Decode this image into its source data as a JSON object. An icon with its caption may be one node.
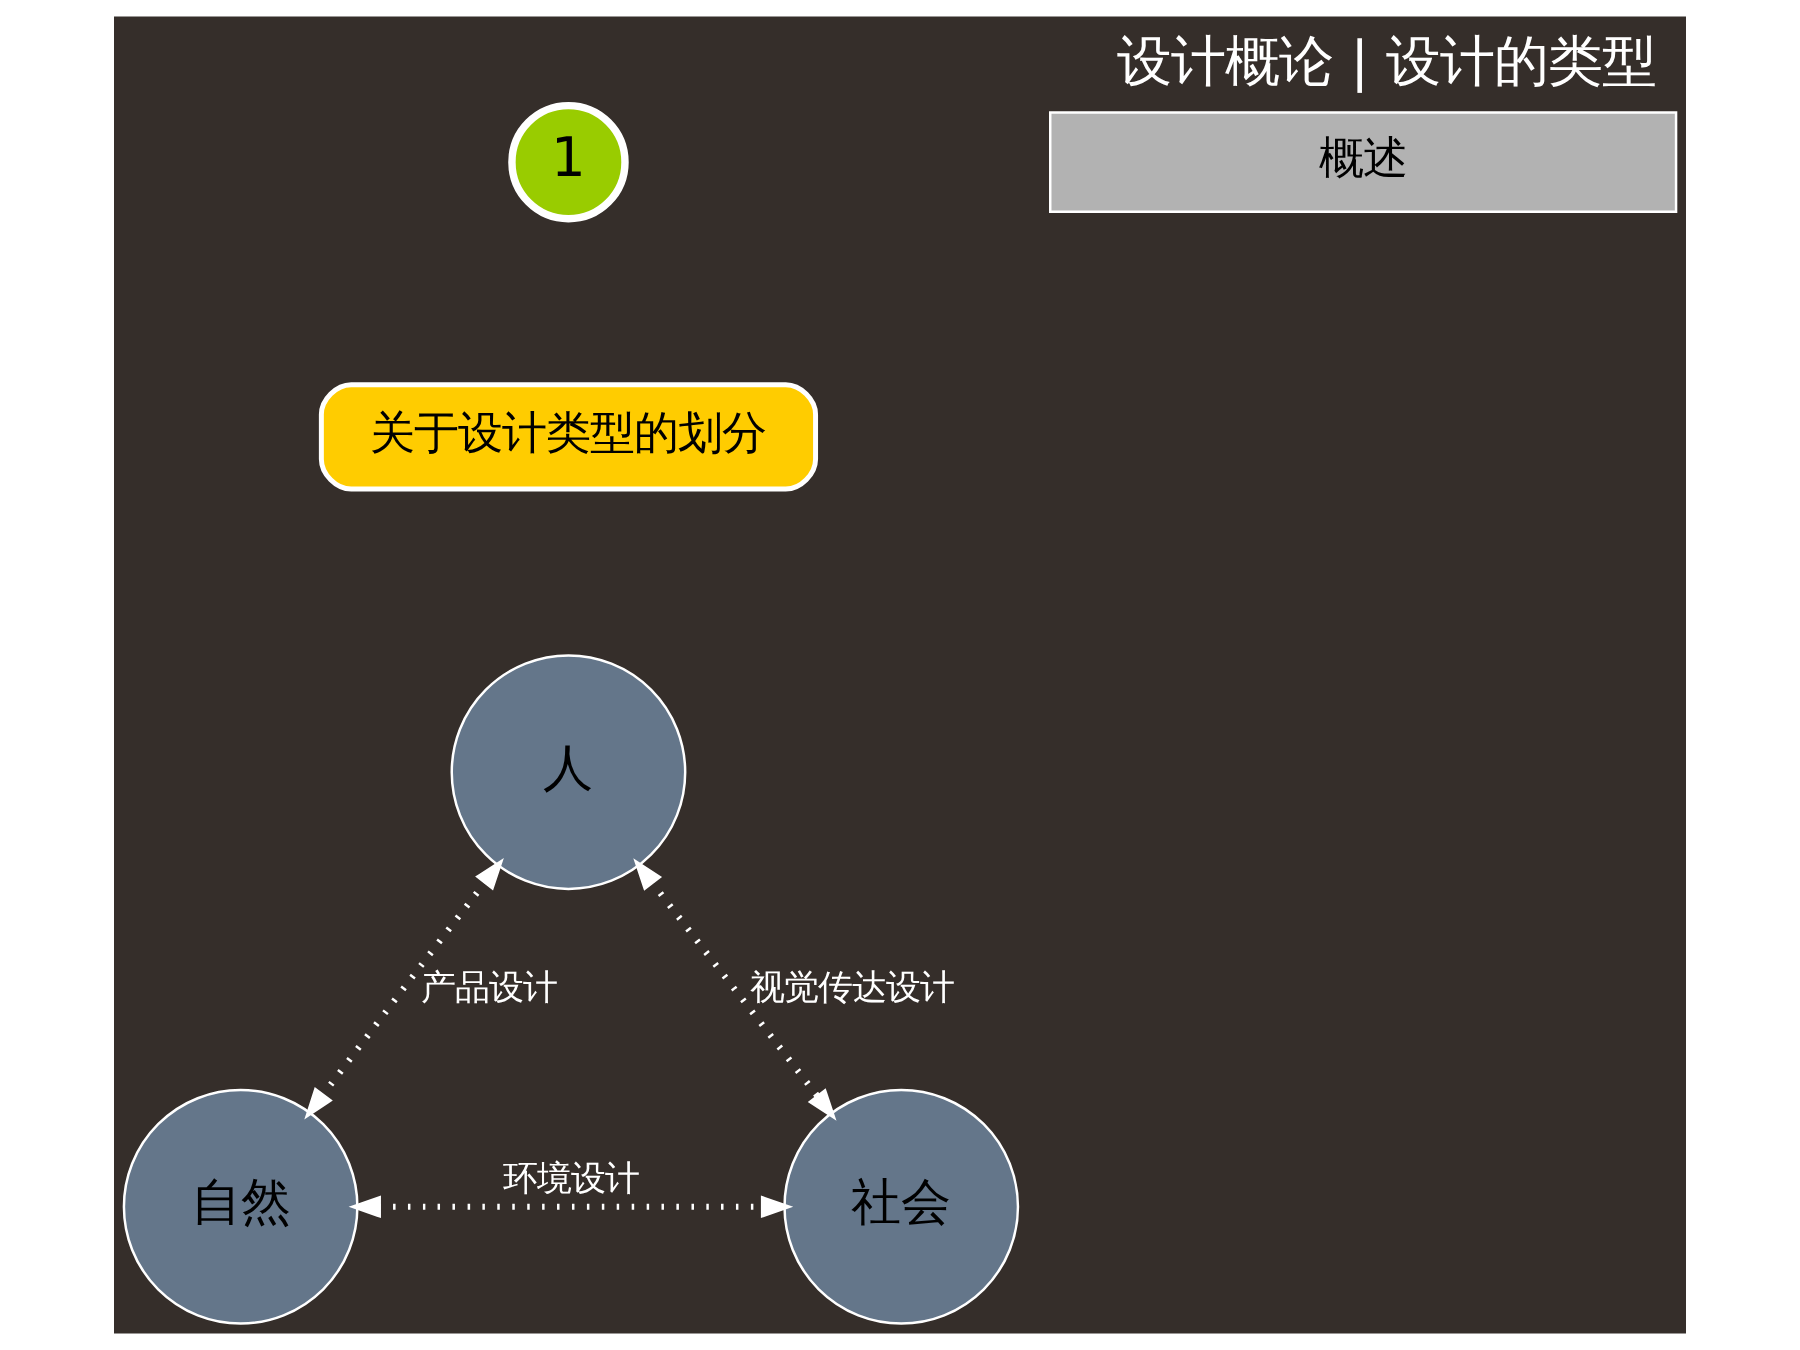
{
  "diagram": {
    "title": "设计概论 | 设计的类型",
    "nodes": [
      {
        "text": [
          "1"
        ]
      },
      {
        "text": [
          "概述"
        ]
      },
      {
        "text": [
          "关于设计类型的划分"
        ]
      },
      {
        "text": [
          "人"
        ]
      },
      {
        "text": [
          "自然"
        ]
      },
      {
        "text": [
          "社会"
        ]
      }
    ],
    "edges": [
      {
        "from": 3,
        "to": 4,
        "arrow": "both",
        "label": "产品设计"
      },
      {
        "from": 3,
        "to": 5,
        "arrow": "both",
        "label": "视觉传达设计"
      },
      {
        "from": 4,
        "to": 5,
        "arrow": "both",
        "label": "环境设计"
      }
    ]
  }
}
